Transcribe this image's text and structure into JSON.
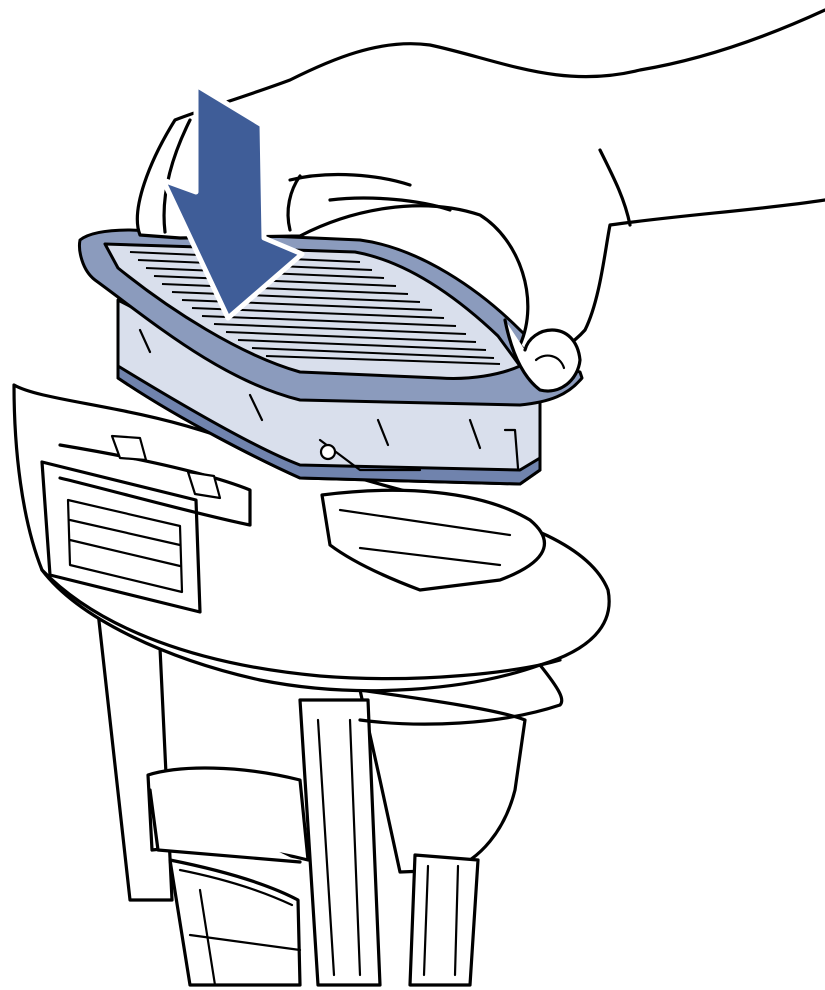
{
  "colors": {
    "arrow": "#3f5d98",
    "filter_frame": "#8b9bbd",
    "filter_body": "#d9dfec",
    "outline": "#000000",
    "background": "#ffffff"
  },
  "arrow": {
    "direction": "down",
    "meaning": "press-down"
  },
  "parts": [
    "hand",
    "filter-cartridge",
    "filter-housing",
    "dust-container"
  ]
}
